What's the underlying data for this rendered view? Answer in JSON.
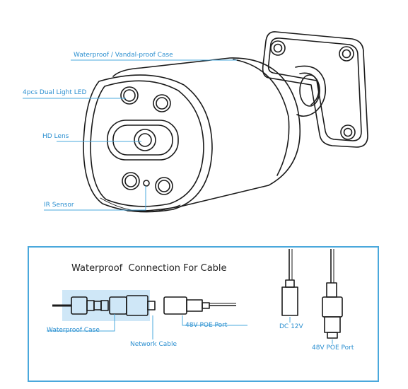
{
  "colors": {
    "accent": "#4aa8dc",
    "label": "#2b8fd0",
    "line": "#1a1a1a",
    "highlight": "#cfe7f7"
  },
  "camera": {
    "labels": {
      "case": "Waterproof / Vandal-proof Case",
      "leds": "4pcs Dual Light LED",
      "lens": "HD Lens",
      "ir": "IR Sensor"
    }
  },
  "connection": {
    "title": "Waterproof  Connection For Cable",
    "labels": {
      "waterproof_case": "Waterproof Case",
      "network_cable": "Network Cable",
      "poe_port_left": "48V POE Port",
      "dc": "DC 12V",
      "poe_port_right": "48V POE Port"
    }
  }
}
